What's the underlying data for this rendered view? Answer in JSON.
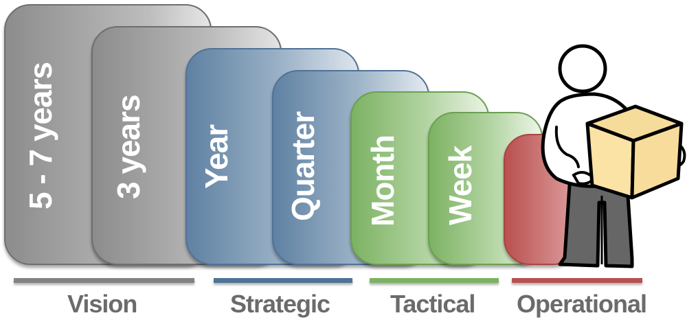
{
  "diagram": {
    "cards": [
      {
        "label": "5 - 7 years",
        "group": "Vision"
      },
      {
        "label": "3 years",
        "group": "Vision"
      },
      {
        "label": "Year",
        "group": "Strategic"
      },
      {
        "label": "Quarter",
        "group": "Strategic"
      },
      {
        "label": "Month",
        "group": "Tactical"
      },
      {
        "label": "Week",
        "group": "Tactical"
      },
      {
        "label": "",
        "group": "Operational"
      }
    ],
    "categories": [
      {
        "label": "Vision",
        "color": "#7f7f7f"
      },
      {
        "label": "Strategic",
        "color": "#4f7297"
      },
      {
        "label": "Tactical",
        "color": "#7cb263"
      },
      {
        "label": "Operational",
        "color": "#b9504f"
      }
    ],
    "illustration": "person-carrying-box"
  }
}
